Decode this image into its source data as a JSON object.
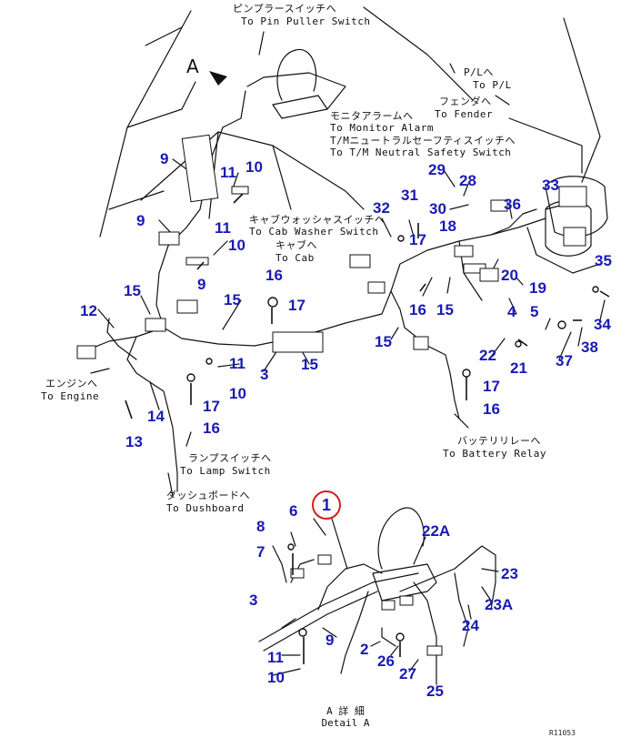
{
  "view_marker": "A",
  "callouts": {
    "pin_puller": {
      "jp": "ピンプラースイッチへ",
      "en": "To Pin Puller Switch"
    },
    "pl": {
      "jp": "P/Lへ",
      "en": "To P/L"
    },
    "fender": {
      "jp": "フェンダへ",
      "en": "To Fender"
    },
    "monitor": {
      "jp": "モニタアラームへ",
      "en": "To Monitor Alarm"
    },
    "tm_safety": {
      "jp": "T/Mニュートラルセーフティスイッチへ",
      "en": "To T/M Neutral Safety Switch"
    },
    "cab_washer": {
      "jp": "キャブウォッシャスイッチへ",
      "en": "To Cab Washer Switch"
    },
    "cab": {
      "jp": "キャブへ",
      "en": "To Cab"
    },
    "engine": {
      "jp": "エンジンへ",
      "en": "To Engine"
    },
    "battery": {
      "jp": "バッテリリレーへ",
      "en": "To Battery Relay"
    },
    "lamp": {
      "jp": "ランプスイッチへ",
      "en": "To Lamp Switch"
    },
    "dashboard": {
      "jp": "ダッシュボードへ",
      "en": "To Dushboard"
    }
  },
  "part_numbers": {
    "n9a": "9",
    "n11a": "11",
    "n10a": "10",
    "n9b": "9",
    "n11b": "11",
    "n10b": "10",
    "n15a": "15",
    "n9c": "9",
    "n15b": "15",
    "n12": "12",
    "n16a": "16",
    "n17a": "17",
    "n3a": "3",
    "n15c": "15",
    "n11c": "11",
    "n10c": "10",
    "n17b": "17",
    "n16b": "16",
    "n14": "14",
    "n13": "13",
    "n29": "29",
    "n28": "28",
    "n33": "33",
    "n31": "31",
    "n30": "30",
    "n36": "36",
    "n32": "32",
    "n18": "18",
    "n17c": "17",
    "n20": "20",
    "n35": "35",
    "n19": "19",
    "n16c": "16",
    "n15d": "15",
    "n15e": "15",
    "n4": "4",
    "n5": "5",
    "n34": "34",
    "n22": "22",
    "n21": "21",
    "n37": "37",
    "n38": "38",
    "n17d": "17",
    "n16d": "16",
    "n6": "6",
    "n22A": "22A",
    "n8": "8",
    "n7": "7",
    "n23": "23",
    "n23A": "23A",
    "n3b": "3",
    "n24": "24",
    "n9d": "9",
    "n2": "2",
    "n11d": "11",
    "n26": "26",
    "n27": "27",
    "n10d": "10",
    "n25": "25"
  },
  "highlighted_part": "1",
  "detail_caption": {
    "jp": "A 詳 細",
    "en": "Detail A"
  },
  "figure_code": "R11053"
}
